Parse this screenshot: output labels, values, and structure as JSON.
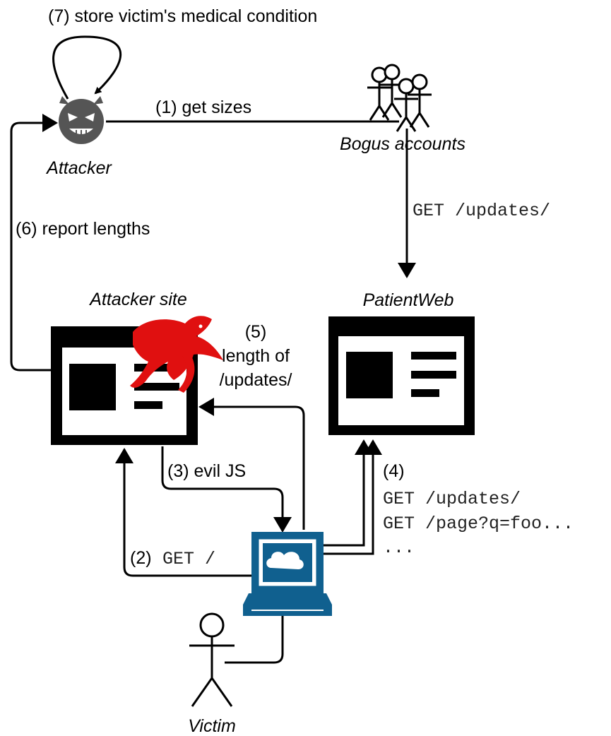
{
  "nodes": {
    "attacker": "Attacker",
    "bogus_accounts": "Bogus accounts",
    "patientweb": "PatientWeb",
    "attacker_site": "Attacker site",
    "victim": "Victim"
  },
  "edges": {
    "step1": "(1) get sizes",
    "bogus_request": "GET /updates/",
    "step2_num": "(2)",
    "step2_req": "GET /",
    "step3": "(3) evil JS",
    "step4_num": "(4)",
    "step4_req1": "GET /updates/",
    "step4_req2": "GET /page?q=foo...",
    "step4_req3": "...",
    "step5_line1": "(5)",
    "step5_line2": "length of",
    "step5_line3": "/updates/",
    "step6": "(6) report lengths",
    "step7": "(7) store victim's medical condition"
  },
  "icons": {
    "attacker": "devil-face-icon",
    "bogus_accounts": "stick-figure-group-icon",
    "attacker_site": "webpage-icon",
    "patientweb": "webpage-icon",
    "dragon": "red-dragon-icon",
    "computer": "computer-terminal-icon",
    "victim": "stick-figure-icon"
  },
  "colors": {
    "computer": "#10608f",
    "dragon": "#e01010",
    "line": "#000000"
  }
}
